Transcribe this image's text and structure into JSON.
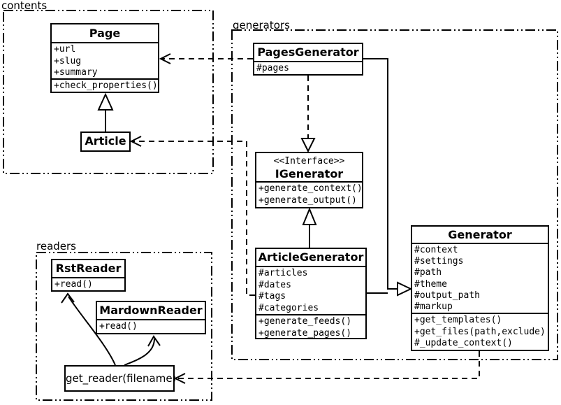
{
  "packages": {
    "contents": {
      "label": "contents"
    },
    "generators": {
      "label": "generators"
    },
    "readers": {
      "label": "readers"
    }
  },
  "classes": {
    "page": {
      "title": "Page",
      "attributes": [
        "+url",
        "+slug",
        "+summary"
      ],
      "methods": [
        "+check_properties()"
      ]
    },
    "article": {
      "title": "Article"
    },
    "pages_generator": {
      "title": "PagesGenerator",
      "attributes": [
        "#pages"
      ]
    },
    "igenerator": {
      "stereotype": "<<Interface>>",
      "title": "IGenerator",
      "methods": [
        "+generate_context()",
        "+generate_output()"
      ]
    },
    "article_generator": {
      "title": "ArticleGenerator",
      "attributes": [
        "#articles",
        "#dates",
        "#tags",
        "#categories"
      ],
      "methods": [
        "+generate_feeds()",
        "+generate_pages()"
      ]
    },
    "generator": {
      "title": "Generator",
      "attributes": [
        "#context",
        "#settings",
        "#path",
        "#theme",
        "#output_path",
        "#markup"
      ],
      "methods": [
        "+get_templates()",
        "+get_files(path,exclude)",
        "#_update_context()"
      ]
    },
    "rst_reader": {
      "title": "RstReader",
      "methods": [
        "+read()"
      ]
    },
    "mardown_reader": {
      "title": "MardownReader",
      "methods": [
        "+read()"
      ]
    },
    "get_reader": {
      "label": "get_reader(filename)"
    }
  },
  "colors": {
    "line": "#000000",
    "background": "#ffffff"
  }
}
